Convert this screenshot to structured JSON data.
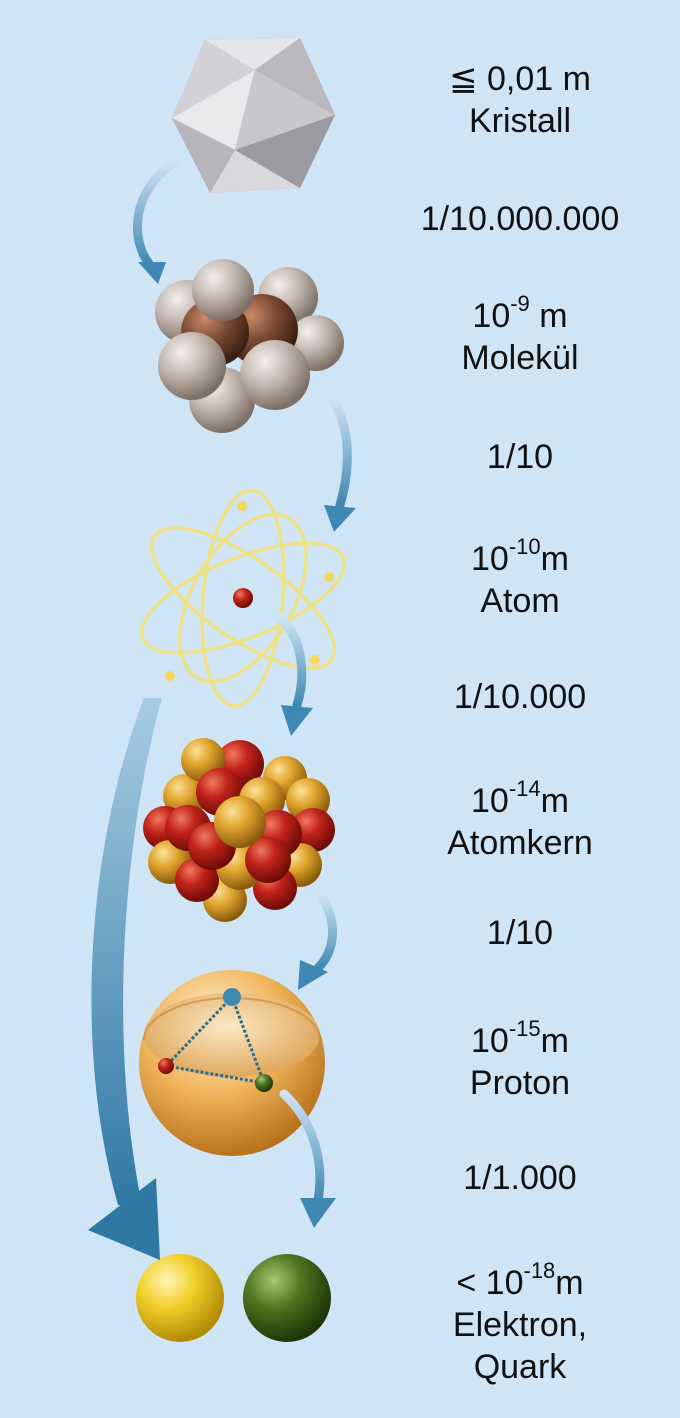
{
  "levels": [
    {
      "size": "≦ 0,01 m",
      "name": "Kristall"
    },
    {
      "base": "10",
      "exp": "-9",
      "unit": " m",
      "name": "Molekül"
    },
    {
      "base": "10",
      "exp": "-10",
      "unit": "m",
      "name": "Atom"
    },
    {
      "base": "10",
      "exp": "-14",
      "unit": "m",
      "name": "Atomkern"
    },
    {
      "base": "10",
      "exp": "-15",
      "unit": "m",
      "name": "Proton"
    },
    {
      "prefix": "< ",
      "base": "10",
      "exp": "-18",
      "unit": "m",
      "name": "Elektron,",
      "name2": "Quark"
    }
  ],
  "ratios": [
    "1/10.000.000",
    "1/10",
    "1/10.000",
    "1/10",
    "1/1.000"
  ],
  "colors": {
    "background": "#cfe4f4",
    "arrow": "#3f88b3",
    "proton_red": "#c0221b",
    "neutron_orange": "#e1a52d",
    "electron_yellow": "#f1cf2a",
    "quark_green": "#4f7521",
    "crystal": "#bfbfc4",
    "molecule_light": "#c7bcb4",
    "molecule_dark": "#7b4a33"
  }
}
